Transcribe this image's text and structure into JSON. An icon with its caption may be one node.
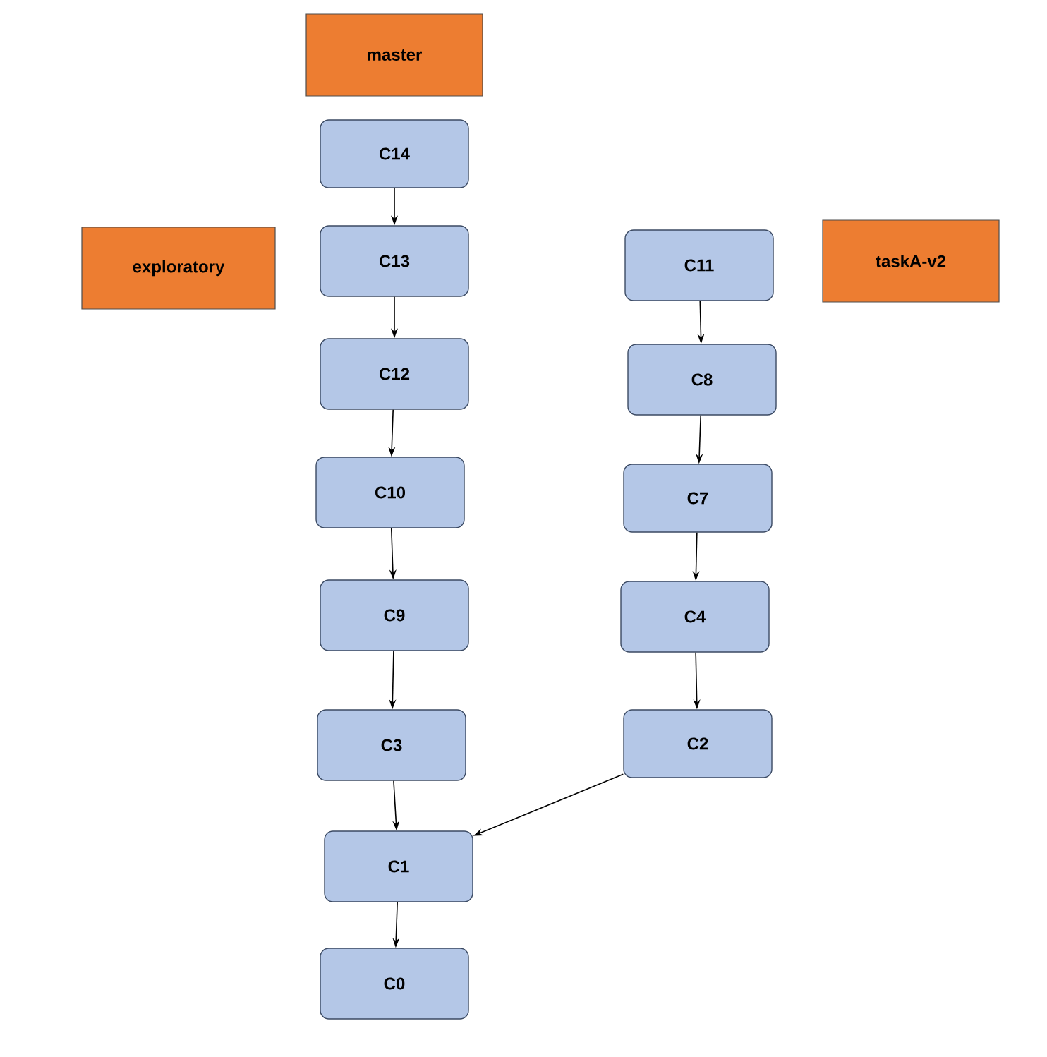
{
  "diagram": {
    "nodes": [
      {
        "text": [
          "master"
        ]
      },
      {
        "text": [
          "C14"
        ]
      },
      {
        "text": [
          "exploratory"
        ]
      },
      {
        "text": [
          "C13"
        ]
      },
      {
        "text": [
          "C11"
        ]
      },
      {
        "text": [
          "taskA-v2"
        ]
      },
      {
        "text": [
          "C12"
        ]
      },
      {
        "text": [
          "C8"
        ]
      },
      {
        "text": [
          "C10"
        ]
      },
      {
        "text": [
          "C7"
        ]
      },
      {
        "text": [
          "C9"
        ]
      },
      {
        "text": [
          "C4"
        ]
      },
      {
        "text": [
          "C3"
        ]
      },
      {
        "text": [
          "C2"
        ]
      },
      {
        "text": [
          "C1"
        ]
      },
      {
        "text": [
          "C0"
        ]
      }
    ],
    "edges": [
      {
        "from": 1,
        "to": 3,
        "arrow": "to"
      },
      {
        "from": 3,
        "to": 6,
        "arrow": "to"
      },
      {
        "from": 6,
        "to": 8,
        "arrow": "to"
      },
      {
        "from": 8,
        "to": 10,
        "arrow": "to"
      },
      {
        "from": 10,
        "to": 12,
        "arrow": "to"
      },
      {
        "from": 12,
        "to": 14,
        "arrow": "to"
      },
      {
        "from": 14,
        "to": 15,
        "arrow": "to"
      },
      {
        "from": 4,
        "to": 7,
        "arrow": "to"
      },
      {
        "from": 7,
        "to": 9,
        "arrow": "to"
      },
      {
        "from": 9,
        "to": 11,
        "arrow": "to"
      },
      {
        "from": 11,
        "to": 13,
        "arrow": "to"
      },
      {
        "from": 13,
        "to": 14,
        "arrow": "to"
      }
    ]
  }
}
